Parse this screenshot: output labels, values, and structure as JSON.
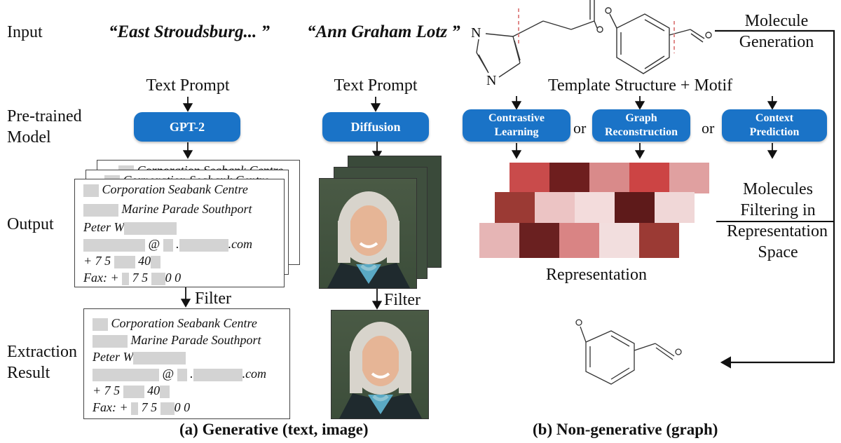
{
  "rows": {
    "input": "Input",
    "pretrained_line1": "Pre-trained",
    "pretrained_line2": "Model",
    "output": "Output",
    "extraction_line1": "Extraction",
    "extraction_line2": "Result"
  },
  "text_column": {
    "quote": "“East Stroudsburg... ”",
    "prompt": "Text Prompt",
    "model": "GPT-2",
    "filter": "Filter",
    "card": {
      "line1": "Corporation Seabank Centre",
      "line2": "Marine Parade Southport",
      "line3": "Peter W",
      "at": "@",
      "dot": ".",
      "com": ".com",
      "plus": "+",
      "p75": "7 5",
      "p40": "40",
      "fax": "Fax: +",
      "fax75": "7  5",
      "fax00": "0 0"
    }
  },
  "image_column": {
    "quote": "“Ann Graham Lotz ”",
    "prompt": "Text Prompt",
    "model": "Diffusion",
    "filter": "Filter"
  },
  "graph_column": {
    "atom_n1": "N",
    "atom_n2": "N",
    "template": "Template Structure + Motif",
    "model1_l1": "Contrastive",
    "model1_l2": "Learning",
    "model2_l1": "Graph",
    "model2_l2": "Reconstruction",
    "model3_l1": "Context",
    "model3_l2": "Prediction",
    "or": "or",
    "representation": "Representation",
    "gen_l1": "Molecule",
    "gen_l2": "Generation",
    "filt_l1": "Molecules",
    "filt_l2": "Filtering in",
    "filt_l3": "Representation",
    "filt_l4": "Space"
  },
  "captions": {
    "a": "(a) Generative (text, image)",
    "b": "(b) Non-generative (graph)"
  },
  "colors": {
    "model_blue": "#1a73c7",
    "heat": [
      "#c94b4b",
      "#6e1e1e",
      "#d98a8a",
      "#cc4444",
      "#e0a0a0",
      "#9b3a34",
      "#ecc4c4",
      "#f3dcdc",
      "#5e1a1a",
      "#f0d7d7"
    ]
  }
}
